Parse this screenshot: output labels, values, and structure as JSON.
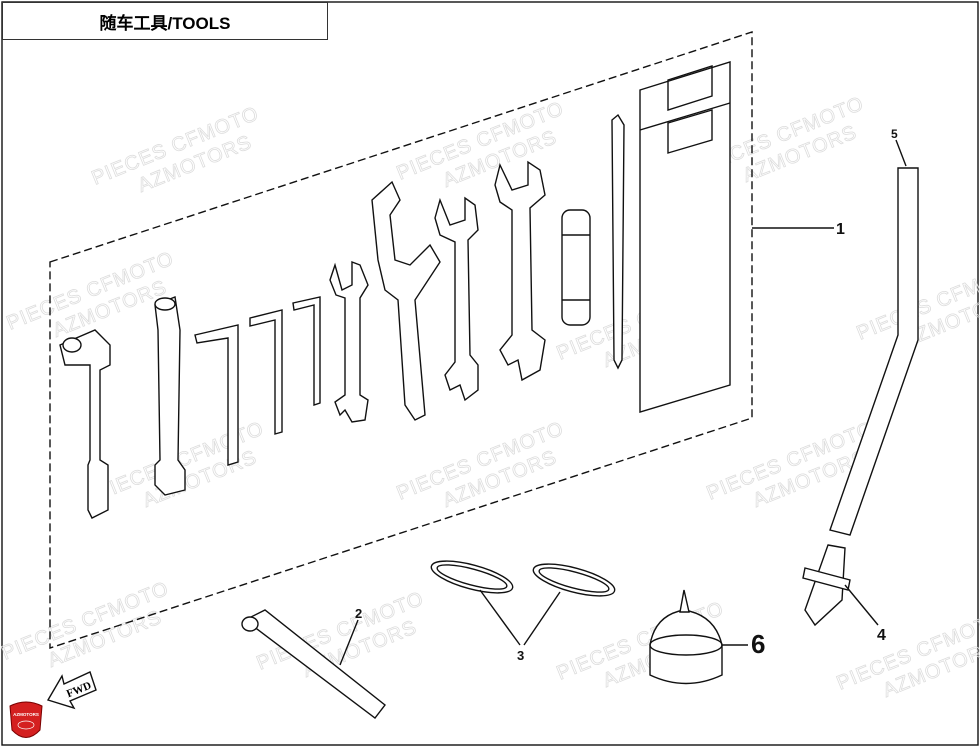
{
  "title": "随车工具/TOOLS",
  "watermark": {
    "line1": "PIECES CFMOTO",
    "line2": "AZMOTORS"
  },
  "callouts": [
    "1",
    "2",
    "3",
    "4",
    "5",
    "6"
  ],
  "fwd_label": "FWD",
  "logo_text": "AZMOTORS"
}
